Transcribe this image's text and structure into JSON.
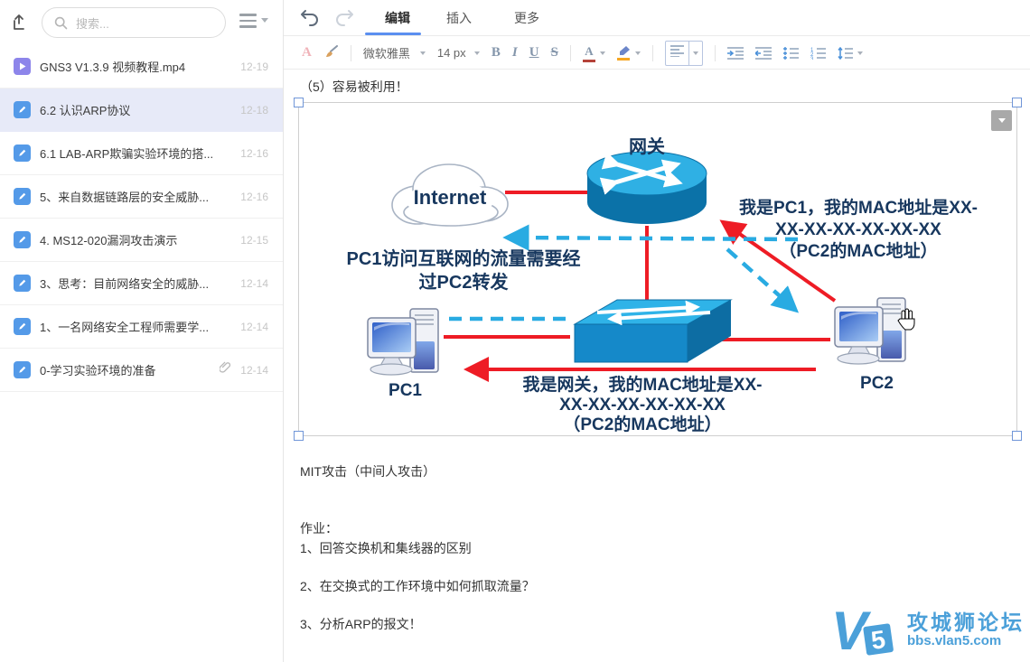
{
  "sidebar": {
    "search_placeholder": "搜索...",
    "notes": [
      {
        "title": "GNS3 V1.3.9 视频教程.mp4",
        "date": "12-19",
        "icon": "play",
        "selected": false,
        "attachment": false
      },
      {
        "title": "6.2  认识ARP协议",
        "date": "12-18",
        "icon": "note",
        "selected": true,
        "attachment": false
      },
      {
        "title": "6.1 LAB-ARP欺骗实验环境的搭...",
        "date": "12-16",
        "icon": "note",
        "selected": false,
        "attachment": false
      },
      {
        "title": "5、来自数据链路层的安全威胁...",
        "date": "12-16",
        "icon": "note",
        "selected": false,
        "attachment": false
      },
      {
        "title": "4.  MS12-020漏洞攻击演示",
        "date": "12-15",
        "icon": "note",
        "selected": false,
        "attachment": false
      },
      {
        "title": "3、思考：目前网络安全的威胁...",
        "date": "12-14",
        "icon": "note",
        "selected": false,
        "attachment": false
      },
      {
        "title": "1、一名网络安全工程师需要学...",
        "date": "12-14",
        "icon": "note",
        "selected": false,
        "attachment": false
      },
      {
        "title": "0-学习实验环境的准备",
        "date": "12-14",
        "icon": "note",
        "selected": false,
        "attachment": true
      }
    ]
  },
  "tabbar": {
    "tabs": [
      "编辑",
      "插入",
      "更多"
    ]
  },
  "toolbar": {
    "font_name": "微软雅黑",
    "font_size": "14 px",
    "bold": "B",
    "italic": "I",
    "underline": "U",
    "strike": "S",
    "font_color_letter": "A",
    "clear_format_letter": "A"
  },
  "document": {
    "line_intro": "（5）容易被利用！",
    "line_mit": "MIT攻击（中间人攻击）",
    "line_homework": "作业：",
    "line_hw1": "1、回答交换机和集线器的区别",
    "line_hw2": "2、在交换式的工作环境中如何抓取流量？",
    "line_hw3": "3、分析ARP的报文！"
  },
  "diagram": {
    "gateway": "网关",
    "internet": "Internet",
    "pc1": "PC1",
    "pc2": "PC2",
    "left_note": [
      "PC1访问互联网的流量需要经",
      "过PC2转发"
    ],
    "right_note": [
      "我是PC1，我的MAC地址是XX-",
      "XX-XX-XX-XX-XX-XX",
      "（PC2的MAC地址）"
    ],
    "bottom_note": [
      "我是网关，我的MAC地址是XX-",
      "XX-XX-XX-XX-XX-XX",
      "（PC2的MAC地址）"
    ]
  },
  "watermark": {
    "logo_v": "V",
    "logo_5": "5",
    "name": "攻城狮论坛",
    "url": "bbs.vlan5.com"
  },
  "colors": {
    "accent_tab": "#5b8ff0",
    "selected_row": "#e7eaf8",
    "note_icon_blue": "#549ae8",
    "note_icon_purple": "#8d85ea",
    "diagram_navy": "#17375e",
    "diagram_red": "#ee1c25",
    "diagram_dashed_blue": "#29abe2",
    "device_blue": "#1b9ad2",
    "watermark_blue": "#4ba0d9"
  }
}
